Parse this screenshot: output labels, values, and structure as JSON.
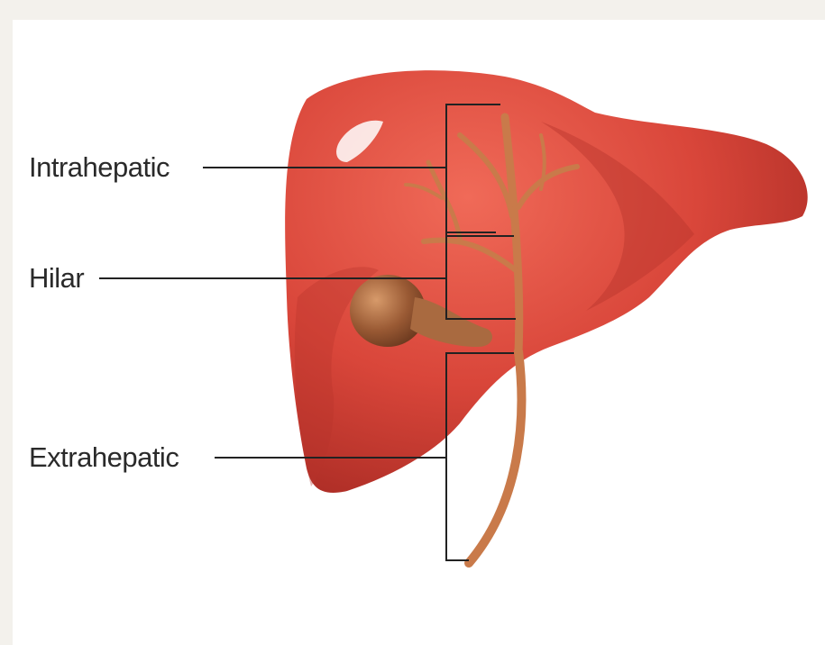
{
  "labels": {
    "intrahepatic": "Intrahepatic",
    "hilar": "Hilar",
    "extrahepatic": "Extrahepatic"
  },
  "colors": {
    "liver": "#d9463a",
    "liver_dark": "#a92b24",
    "bile_duct": "#c97a4a",
    "gallbladder": "#9a5a34",
    "line": "#222222"
  }
}
